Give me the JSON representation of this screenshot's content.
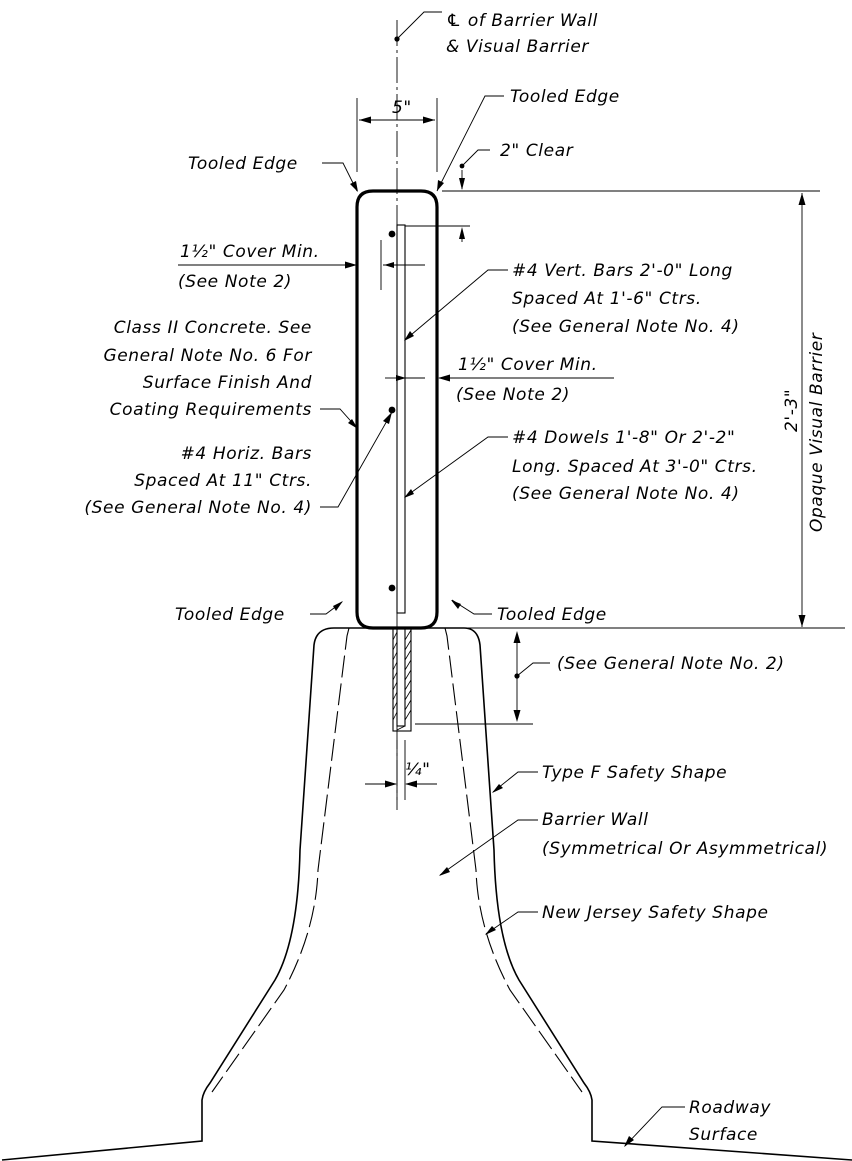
{
  "labels": {
    "centerline_1": "℄ of Barrier Wall",
    "centerline_2": "& Visual Barrier",
    "tooled_edge_top_right": "Tooled Edge",
    "tooled_edge_top_left": "Tooled Edge",
    "tooled_edge_bottom_left": "Tooled Edge",
    "tooled_edge_bottom_right": "Tooled Edge",
    "dim_width": "5\"",
    "clear_2in": "2\" Clear",
    "cover_left_1": "1½\" Cover Min.",
    "cover_left_2": "(See Note 2)",
    "vert_bars_1": "#4 Vert. Bars 2'-0\" Long",
    "vert_bars_2": "Spaced At 1'-6\" Ctrs.",
    "vert_bars_3": "(See General Note No. 4)",
    "concrete_1": "Class II Concrete. See",
    "concrete_2": "General Note No. 6 For",
    "concrete_3": "Surface Finish And",
    "concrete_4": "Coating Requirements",
    "cover_right_1": "1½\" Cover Min.",
    "cover_right_2": "(See Note 2)",
    "horiz_bars_1": "#4 Horiz. Bars",
    "horiz_bars_2": "Spaced At 11\" Ctrs.",
    "horiz_bars_3": "(See General Note No. 4)",
    "dowels_1": "#4 Dowels 1'-8\" Or 2'-2\"",
    "dowels_2": "Long. Spaced At 3'-0\" Ctrs.",
    "dowels_3": "(See General Note No. 4)",
    "height_dim": "2'-3\"",
    "opaque_label": "Opaque Visual Barrier",
    "see_note_2": "(See General Note No. 2)",
    "quarter_in": "¼\"",
    "type_f": "Type F Safety Shape",
    "barrier_wall_1": "Barrier Wall",
    "barrier_wall_2": "(Symmetrical  Or Asymmetrical)",
    "new_jersey": "New Jersey Safety Shape",
    "roadway_1": "Roadway",
    "roadway_2": "Surface"
  }
}
